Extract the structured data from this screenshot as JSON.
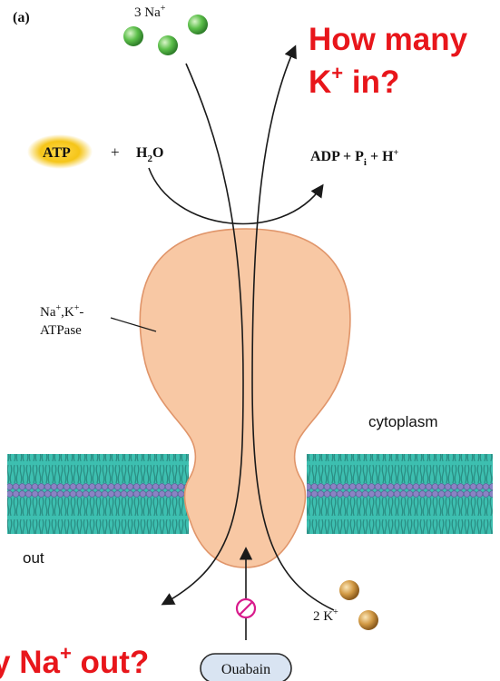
{
  "panel_label": "(a)",
  "question_top_line1": "How many",
  "question_top_line2_prefix": "K",
  "question_top_line2_sup": "+",
  "question_top_line2_suffix": " in?",
  "question_bottom_prefix": "y Na",
  "question_bottom_sup": "+",
  "question_bottom_suffix": " out?",
  "sodium": {
    "count_label": "3 Na",
    "sup": "+",
    "color": "#4db34d"
  },
  "potassium": {
    "count_label": "2 K",
    "sup": "+",
    "color": "#c9903a"
  },
  "reaction": {
    "atp": "ATP",
    "plus": "+",
    "water_h": "H",
    "water_sub": "2",
    "water_o": "O",
    "adp": "ADP",
    "pi_p": "P",
    "pi_sub": "i",
    "h": "H",
    "h_sup": "+"
  },
  "enzyme": {
    "line1_na": "Na",
    "line1_sup1": "+",
    "line1_k": ",K",
    "line1_sup2": "+",
    "line1_dash": "-",
    "line2": "ATPase",
    "fill": "#f8c8a4",
    "stroke": "#e0956a"
  },
  "compartments": {
    "cytoplasm": "cytoplasm",
    "out": "out"
  },
  "inhibitor": {
    "label": "Ouabain",
    "fill": "#d9e4f2",
    "symbol_color": "#d81b8c"
  },
  "colors": {
    "question": "#e8161b",
    "atp_glow": "#f5c518",
    "membrane_head": "#8a83c4",
    "membrane_tail": "#3dbfb0"
  }
}
